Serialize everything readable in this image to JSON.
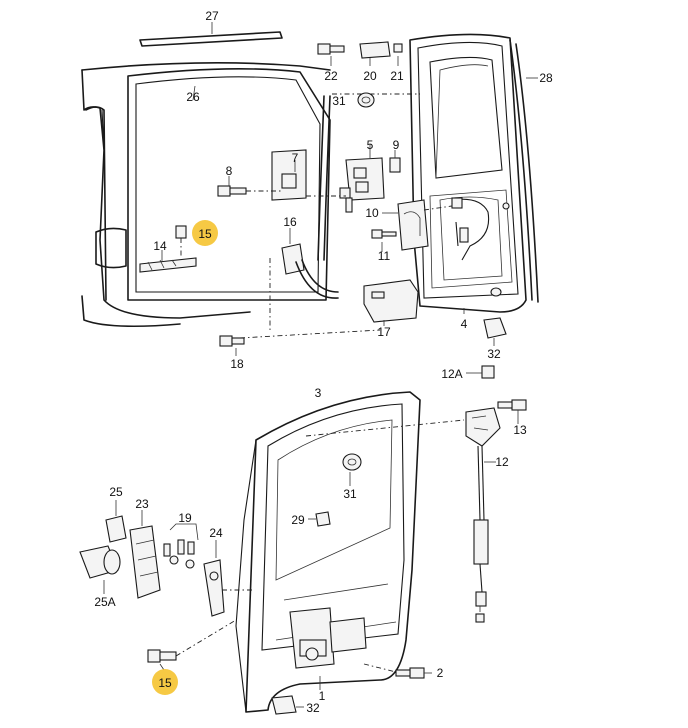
{
  "callouts": {
    "c27": "27",
    "c22": "22",
    "c20": "20",
    "c21": "21",
    "c28": "28",
    "c26": "26",
    "c31a": "31",
    "c5": "5",
    "c9": "9",
    "c7": "7",
    "c8": "8",
    "c15a": "15",
    "c14": "14",
    "c16": "16",
    "c10": "10",
    "c11": "11",
    "c17": "17",
    "c4": "4",
    "c32a": "32",
    "c18": "18",
    "c12A": "12A",
    "c3": "3",
    "c13": "13",
    "c12": "12",
    "c31b": "31",
    "c25": "25",
    "c23": "23",
    "c19": "19",
    "c24": "24",
    "c29": "29",
    "c25A": "25A",
    "c2": "2",
    "c15b": "15",
    "c1": "1",
    "c32b": "32"
  },
  "colors": {
    "highlight": "#f6c944",
    "line": "#1a1a1a",
    "background": "#ffffff"
  }
}
